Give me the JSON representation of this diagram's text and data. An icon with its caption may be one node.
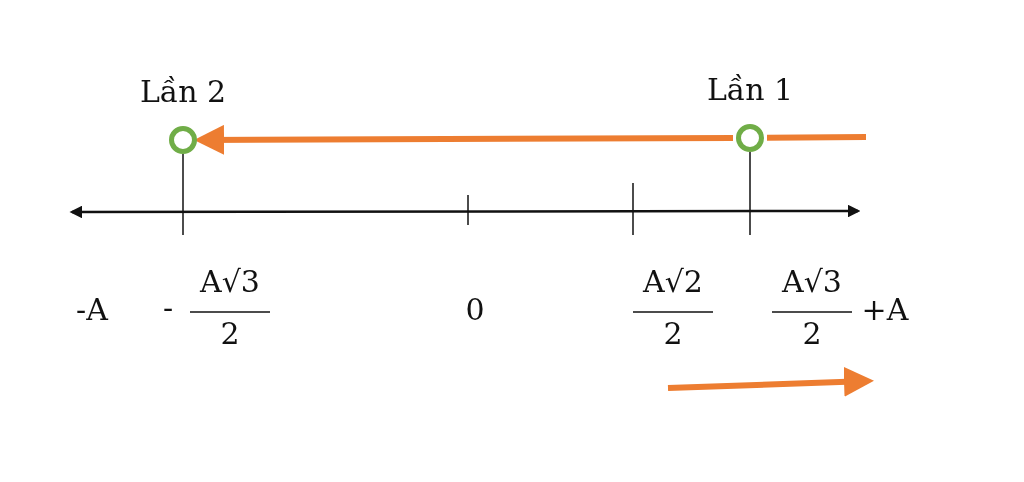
{
  "diagram": {
    "nodes": [
      {
        "text": [
          "Lần 2"
        ]
      },
      {
        "text": [
          "Lần 1"
        ]
      }
    ],
    "edges": [
      {
        "from": null,
        "to": 1,
        "arrow": "none",
        "color": "#ed7d31"
      },
      {
        "from": 1,
        "to": 0,
        "arrow": "to",
        "color": "#ed7d31"
      }
    ],
    "labels": [
      "-A",
      "-",
      "A√3",
      "2",
      "0",
      "A√2",
      "2",
      "A√3",
      "2",
      "+A"
    ]
  }
}
